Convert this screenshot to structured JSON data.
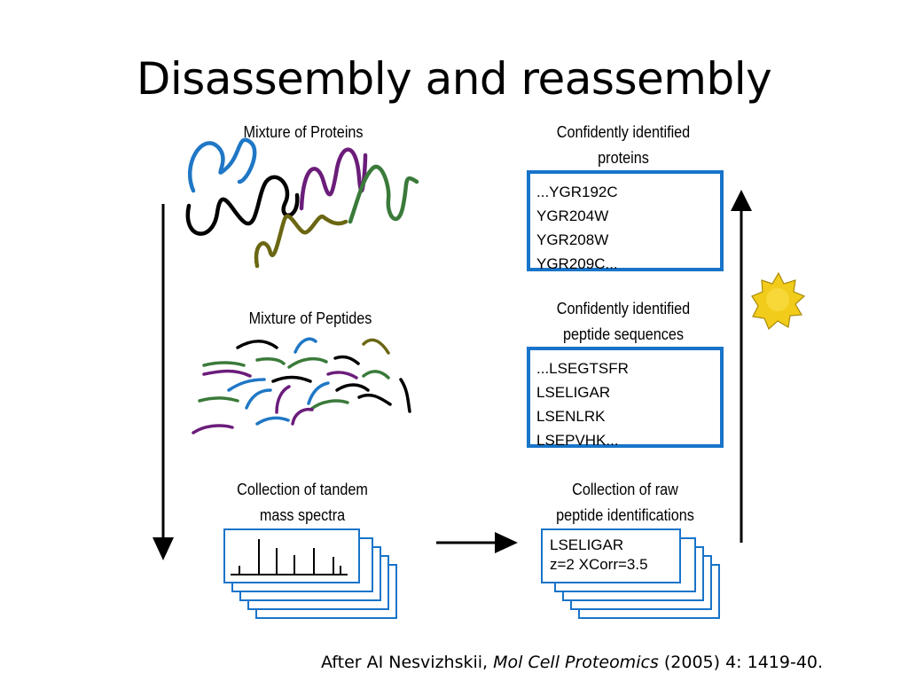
{
  "title": "Disassembly and reassembly",
  "left_column": {
    "proteins_label": "Mixture of Proteins",
    "peptides_label": "Mixture of Peptides",
    "spectra_label_line1": "Collection of tandem",
    "spectra_label_line2": "mass spectra"
  },
  "right_column": {
    "identified_proteins_line1": "Confidently identified",
    "identified_proteins_line2": "proteins",
    "protein_list": [
      "...YGR192C",
      "YGR204W",
      "YGR208W",
      "YGR209C..."
    ],
    "identified_peptides_line1": "Confidently identified",
    "identified_peptides_line2": "peptide sequences",
    "peptide_list": [
      "...LSEGTSFR",
      "LSELIGAR",
      "LSENLRK",
      "LSEPVHK..."
    ],
    "raw_ids_line1": "Collection of raw",
    "raw_ids_line2": "peptide identifications",
    "raw_card_line1": "LSELIGAR",
    "raw_card_line2": "z=2 XCorr=3.5"
  },
  "citation": {
    "prefix": "After AI Nesvizhskii, ",
    "journal": "Mol Cell Proteomics",
    "suffix": " (2005) 4: 1419-40."
  },
  "colors": {
    "box_border": "#1874c9",
    "blue": "#1f77c5",
    "black": "#000000",
    "purple": "#6b1d7a",
    "green": "#3a7a3a",
    "olive": "#6b6612",
    "sun": "#f2cc1a"
  },
  "icons": [
    "down-arrow-icon",
    "right-arrow-icon",
    "up-arrow-icon",
    "sun-icon"
  ]
}
